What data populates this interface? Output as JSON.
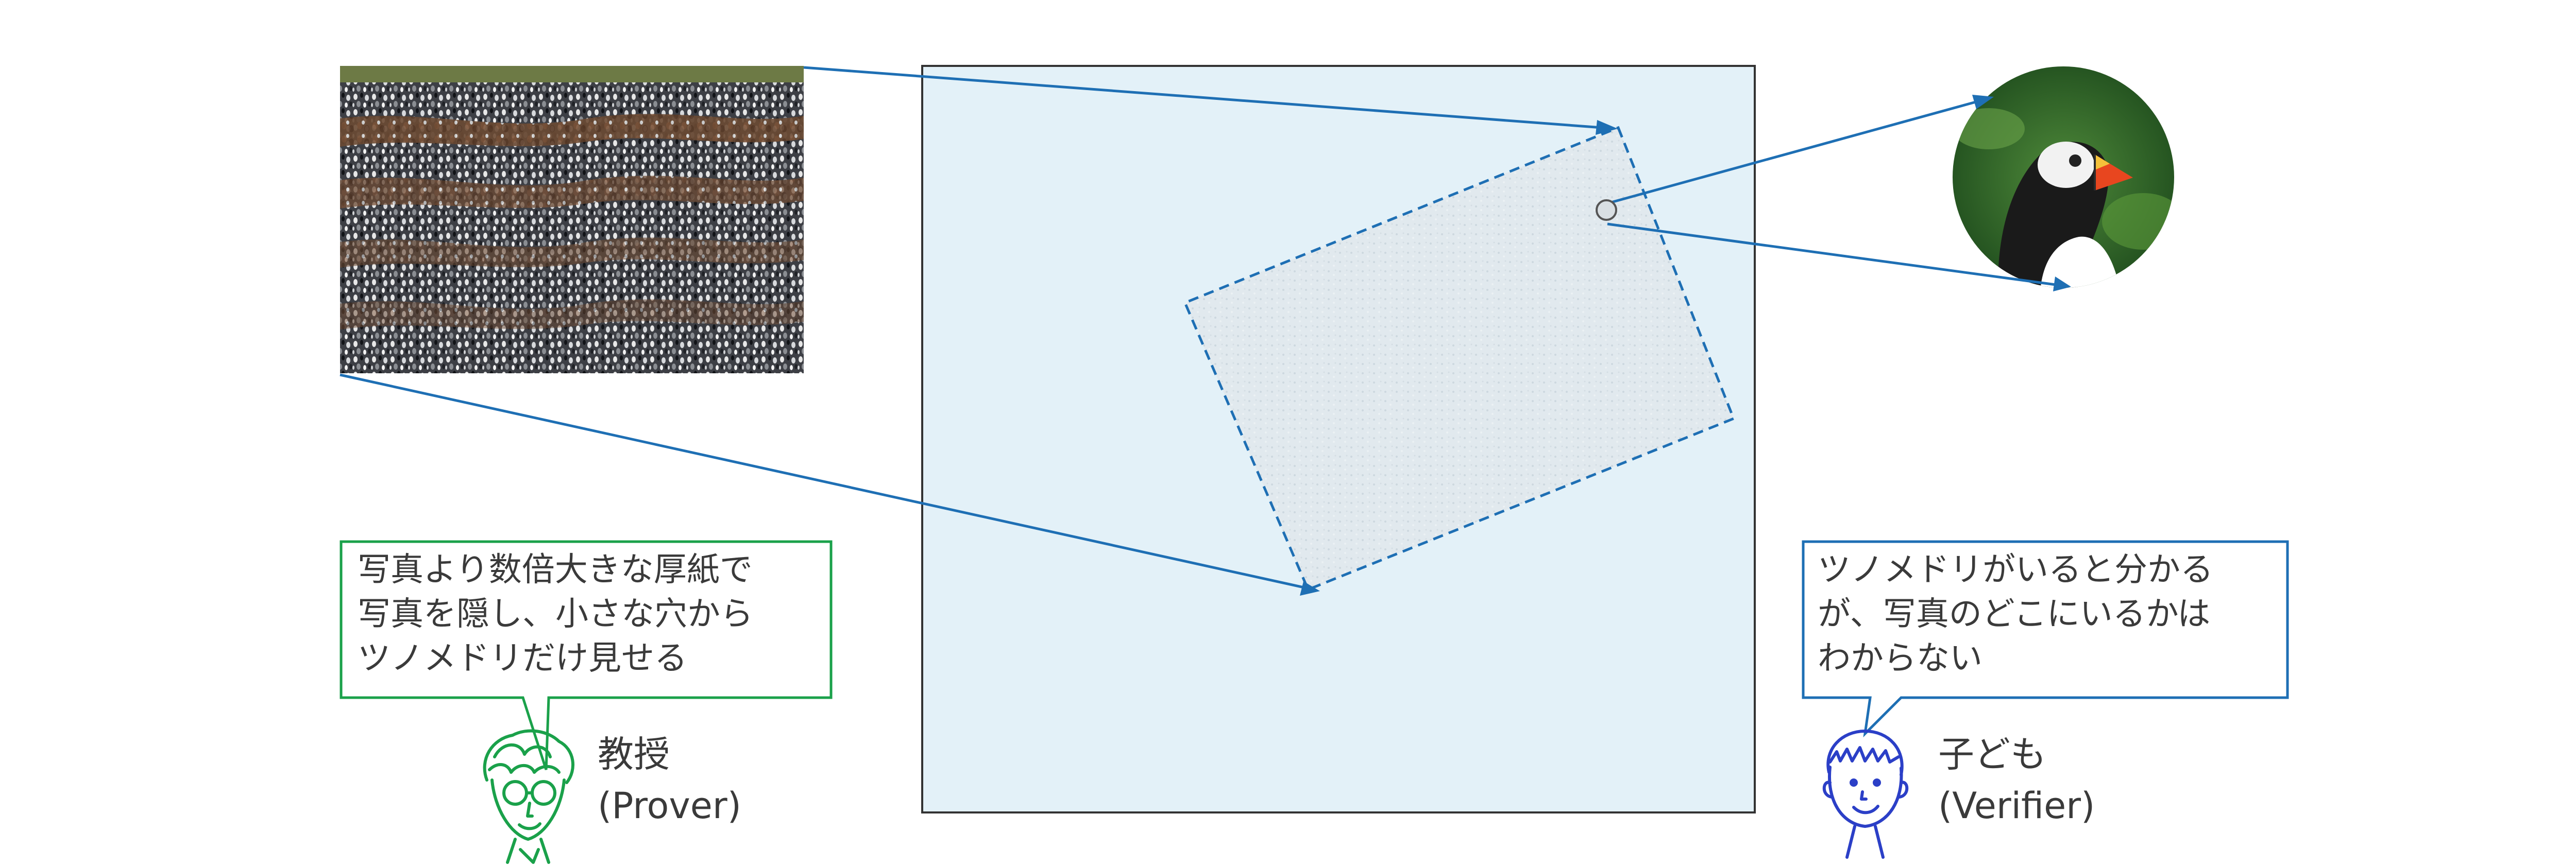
{
  "colors": {
    "arrow": "#1e6fb4",
    "frame": "#333333",
    "paper_fill": "#e3f1f8",
    "hole_fill": "#dfe6eb",
    "professor": "#1aa14a",
    "child": "#2b3fc7",
    "child_bubble_border": "#1e6fb4",
    "text": "#3a3a3a"
  },
  "professor": {
    "speech_lines": [
      "写真より数倍大きな厚紙で",
      "写真を隠し、小さな穴から",
      "ツノメドリだけ見せる"
    ],
    "name": "教授",
    "role": "(Prover)",
    "icon": "professor-curly-hair-glasses-icon"
  },
  "child": {
    "speech_lines": [
      "ツノメドリがいると分かる",
      "が、写真のどこにいるかは",
      "わからない"
    ],
    "name": "子ども",
    "role": "(Verifier)",
    "icon": "child-face-icon"
  },
  "images": {
    "crowd_photo": "penguin-crowd-photo",
    "puffin_closeup": "puffin-closeup-photo"
  }
}
